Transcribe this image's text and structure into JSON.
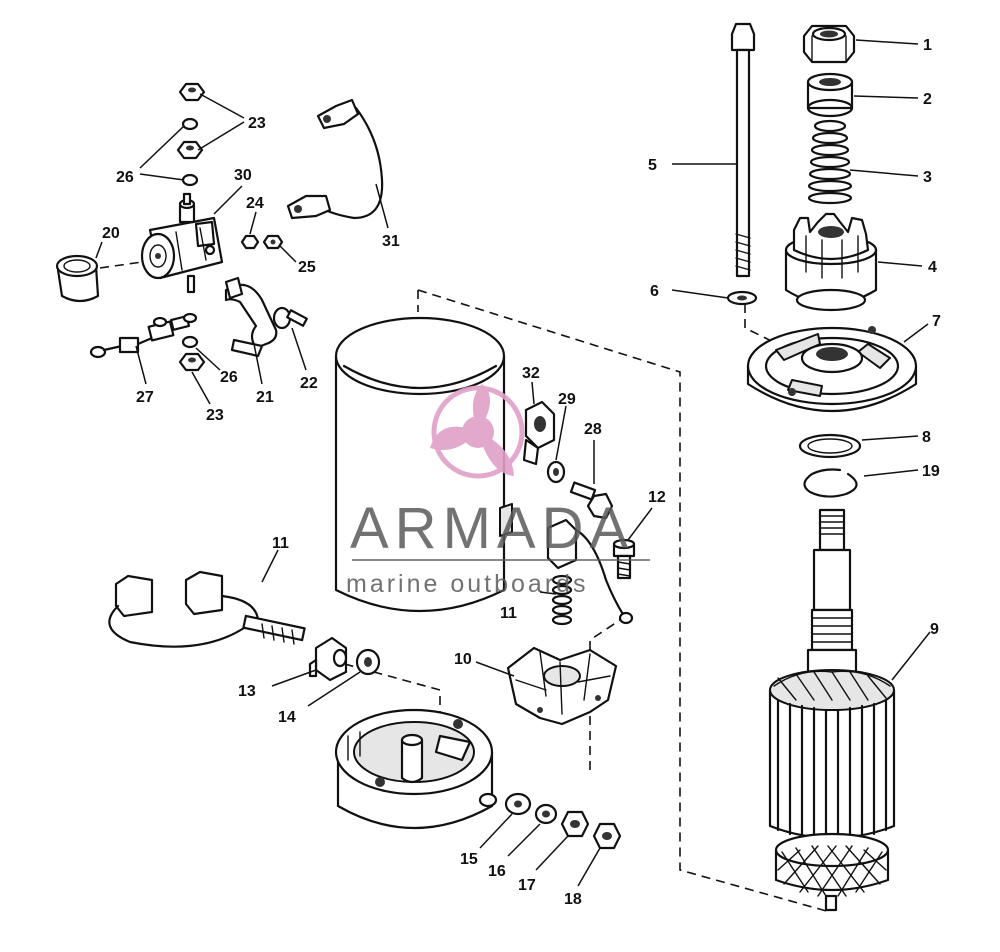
{
  "diagram": {
    "watermark": {
      "brand": "ARMADA",
      "tagline": "marine outboards",
      "logo_color": "#e0a0c8",
      "text_color": "#5a5a5a"
    },
    "callouts": [
      "1",
      "2",
      "3",
      "4",
      "5",
      "6",
      "7",
      "8",
      "19",
      "9",
      "12",
      "32",
      "29",
      "28",
      "30",
      "24",
      "25",
      "23",
      "26",
      "20",
      "21",
      "22",
      "27",
      "31",
      "10",
      "11",
      "13",
      "14",
      "15",
      "16",
      "17",
      "18"
    ]
  }
}
